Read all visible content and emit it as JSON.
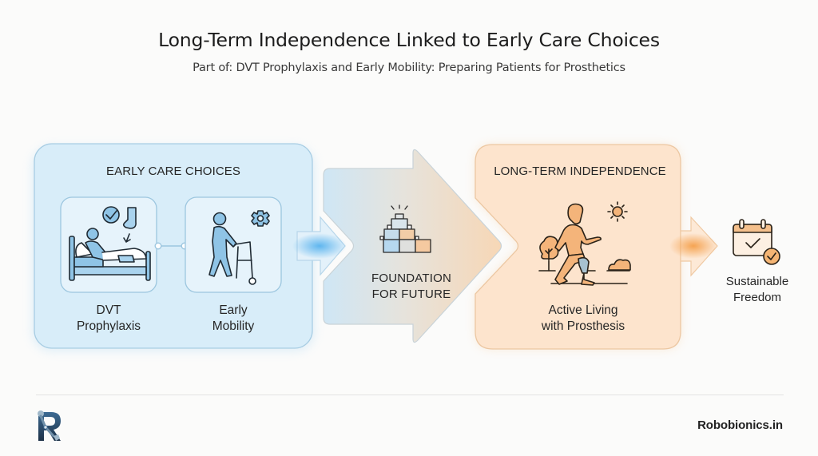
{
  "header": {
    "title": "Long-Term Independence Linked to Early Care Choices",
    "subtitle": "Part of: DVT Prophylaxis and Early Mobility: Preparing Patients for Prosthetics"
  },
  "early_care": {
    "heading": "EARLY CARE CHOICES",
    "color": "#d6ecf9",
    "cards": [
      {
        "label_line1": "DVT",
        "label_line2": "Prophylaxis",
        "icon": "patient-bed-compression-sock-icon"
      },
      {
        "label_line1": "Early",
        "label_line2": "Mobility",
        "icon": "walker-person-gear-icon"
      }
    ]
  },
  "foundation": {
    "label_line1": "FOUNDATION",
    "label_line2": "FOR FUTURE",
    "icon": "building-blocks-icon"
  },
  "long_term": {
    "heading": "LONG-TERM INDEPENDENCE",
    "color": "#fce3cc",
    "label_line1": "Active Living",
    "label_line2": "with Prosthesis",
    "icon": "runner-prosthetic-leg-icon"
  },
  "outcome": {
    "label_line1": "Sustainable",
    "label_line2": "Freedom",
    "icon": "calendar-check-icon"
  },
  "footer": {
    "brand": "Robobionics.in",
    "logo": "robobionics-r-logo"
  },
  "colors": {
    "blue_accent": "#7bb9de",
    "orange_accent": "#f0a866",
    "stroke": "#2a2a2a"
  }
}
